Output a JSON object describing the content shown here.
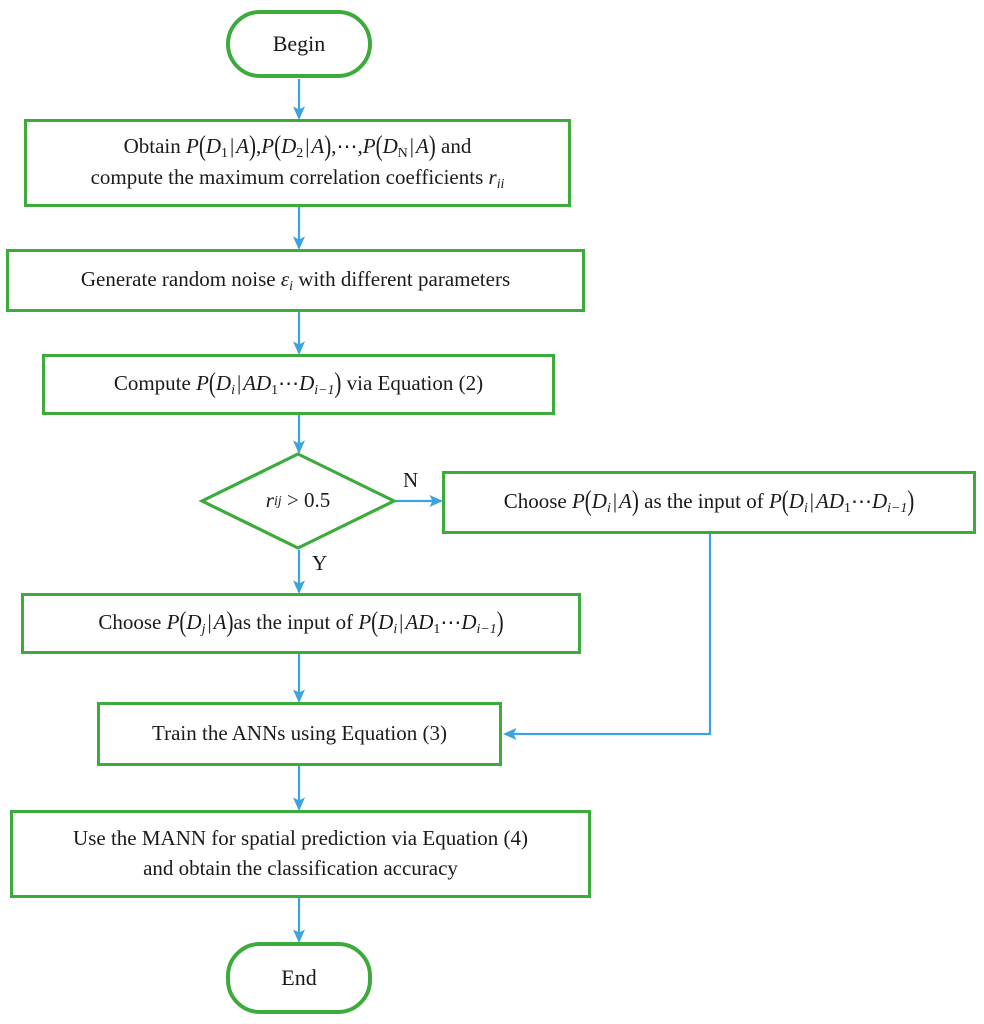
{
  "diagram": {
    "title": "MANN spatial prediction flowchart",
    "colors": {
      "node_border_green": "#3cab3c",
      "connector_blue": "#3ba3dd",
      "text_black": "#1a1a1a",
      "background": "#ffffff"
    }
  },
  "nodes": {
    "begin": {
      "type": "terminator",
      "label": "Begin"
    },
    "obtain_probabilities": {
      "type": "process",
      "line1_plain": "Obtain P(D1 | A), P(D2 | A), ⋯, P(DN | A) and",
      "line2_plain": "compute the maximum correlation coefficients rii",
      "line1_prefix": "Obtain ",
      "line1_suffix": " and",
      "line2_prefix": "compute the maximum correlation coefficients ",
      "symbol_P": "P",
      "symbol_D": "D",
      "symbol_A": "A",
      "sub_1": "1",
      "sub_2": "2",
      "sub_N": "N",
      "ellipsis": "⋯",
      "comma": ",",
      "mid_bar": "|",
      "symbol_r": "r",
      "sub_ii": "ii"
    },
    "generate_noise": {
      "type": "process",
      "label_plain": "Generate random noise εi with different parameters",
      "prefix": "Generate random noise ",
      "symbol_epsilon": "ε",
      "sub_i": "i",
      "suffix": " with different parameters"
    },
    "compute_equation2": {
      "type": "process",
      "label_plain": "Compute P(Di | AD1⋯Di−1) via Equation (2)",
      "prefix": "Compute ",
      "symbol_P": "P",
      "symbol_D": "D",
      "symbol_A": "A",
      "sub_i": "i",
      "sub_1": "1",
      "sub_i_minus_1": "i−1",
      "mid_bar": "|",
      "ellipsis": "⋯",
      "suffix": " via Equation (2)"
    },
    "decision_rij": {
      "type": "decision",
      "label_plain": "rij > 0.5",
      "symbol_r": "r",
      "sub_ij": "ij",
      "operator": "> 0.5"
    },
    "choose_di_input": {
      "type": "process",
      "label_plain": "Choose P(Di | A) as the input of P(Di | AD1⋯Di−1)",
      "prefix": "Choose ",
      "middle": " as the input of ",
      "symbol_P": "P",
      "symbol_D": "D",
      "symbol_A": "A",
      "sub_i": "i",
      "sub_1": "1",
      "sub_i_minus_1": "i−1",
      "mid_bar": "|",
      "ellipsis": "⋯"
    },
    "choose_dj_input": {
      "type": "process",
      "label_plain": "Choose P(Dj | A) as the input of P(Di | AD1⋯Di−1)",
      "prefix": "Choose ",
      "middle": "as the input of ",
      "symbol_P": "P",
      "symbol_D": "D",
      "symbol_A": "A",
      "sub_j": "j",
      "sub_i": "i",
      "sub_1": "1",
      "sub_i_minus_1": "i−1",
      "mid_bar": "|",
      "ellipsis": "⋯"
    },
    "train_anns": {
      "type": "process",
      "label": "Train the ANNs using Equation (3)"
    },
    "use_mann": {
      "type": "process",
      "line1": "Use the MANN for spatial prediction via Equation (4)",
      "line2": "and obtain the classification accuracy"
    },
    "end": {
      "type": "terminator",
      "label": "End"
    }
  },
  "edge_labels": {
    "no_branch": "N",
    "yes_branch": "Y"
  }
}
